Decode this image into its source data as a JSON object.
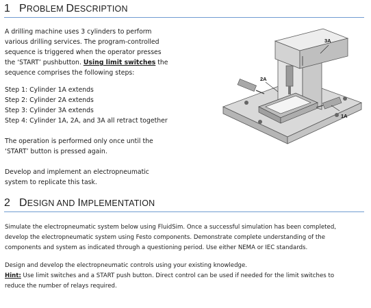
{
  "section1": {
    "number": "1",
    "title_first": "P",
    "title_rest": "roblem ",
    "title_first2": "D",
    "title_rest2": "escription",
    "intro_lines": [
      "A drilling machine uses 3 cylinders to perform",
      "various drilling services.  The program-controlled",
      "sequence is triggered when the operator presses",
      "the ‘START’ pushbutton. ",
      " the",
      "sequence comprises the following steps:"
    ],
    "intro_emphasis": "Using limit switches",
    "steps": [
      "Step 1: Cylinder 1A extends",
      "Step 2: Cylinder 2A extends",
      "Step 3: Cylinder 3A extends",
      "Step 4: Cylinder 1A, 2A, and 3A all retract together"
    ],
    "once_lines": [
      "The operation is performed only once until the",
      "‘START’ button is pressed again."
    ],
    "develop_lines": [
      "Develop and implement an electropneumatic",
      "system to replicate this task."
    ],
    "figure_labels": {
      "a3": "3A",
      "a2": "2A",
      "a1": "1A"
    }
  },
  "section2": {
    "number": "2",
    "title_first": "D",
    "title_rest": "esign and ",
    "title_first2": "I",
    "title_rest2": "mplementation",
    "para1_lines": [
      "Simulate the electropneumatic system below using FluidSim.  Once a successful simulation has been completed,",
      "develop the electropneumatic system using Festo components.  Demonstrate complete understanding of the",
      "components and system as indicated through a questioning period.  Use either NEMA or IEC standards."
    ],
    "para2_line1": "Design and develop the electropneumatic controls using your existing knowledge.",
    "hint_label": "Hint:",
    "hint_text": " Use limit switches and a START push button. Direct control can be used if needed for the limit switches to",
    "hint_line2": "reduce the number of relays required."
  }
}
